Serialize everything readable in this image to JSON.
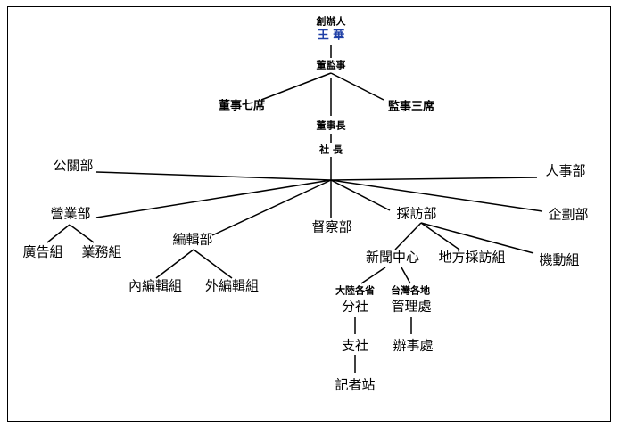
{
  "colors": {
    "line": "#000000",
    "text": "#000000",
    "founder_name": "#1f3fa6",
    "background": "#ffffff"
  },
  "founder": {
    "title": "創辦人",
    "name": "王  華"
  },
  "board": "董監事",
  "directors": "董事七席",
  "supervisors": "監事三席",
  "chairman": "董事長",
  "president": "社  長",
  "public_relations": "公關部",
  "personnel": "人事部",
  "business": "營業部",
  "advertising_team": "廣告組",
  "operations_team": "業務組",
  "editorial": "編輯部",
  "domestic_editorial_team": "內編輯組",
  "foreign_editorial_team": "外編輯組",
  "inspection": "督察部",
  "reporting": "採訪部",
  "planning": "企劃部",
  "news_center": "新聞中心",
  "local_reporting_team": "地方採訪組",
  "mobile_team": "機動組",
  "mainland_label": "大陸各省",
  "branch_office": "分社",
  "taiwan_label": "台灣各地",
  "admin_office": "管理處",
  "sub_branch": "支社",
  "reporter_station": "記者站",
  "field_office": "辦事處"
}
